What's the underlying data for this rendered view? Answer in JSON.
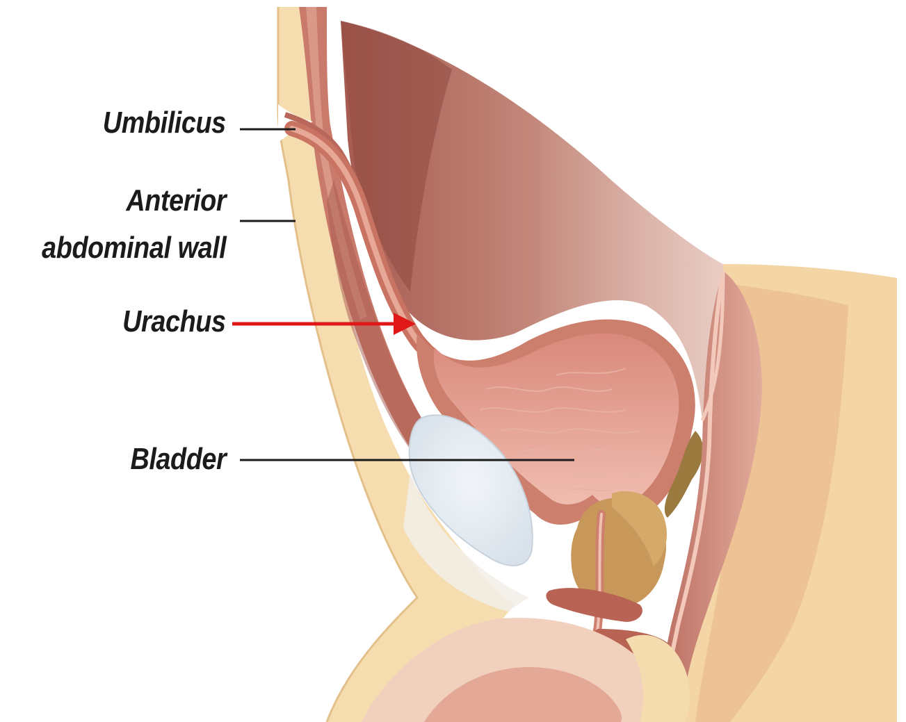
{
  "labels": {
    "umbilicus": "Umbilicus",
    "anterior_wall_line1": "Anterior",
    "anterior_wall_line2": "abdominal wall",
    "urachus": "Urachus",
    "bladder": "Bladder"
  },
  "colors": {
    "background": "#ffffff",
    "skin_fat": "#f5dcae",
    "muscle": "#c67f6f",
    "peritoneal_cavity": "#b86e60",
    "bladder_inner": "#e6a596",
    "bladder_wall": "#cf7d6b",
    "prostate": "#c89b57",
    "pubic_bone": "#e4ebf1",
    "pointer_line": "#1b1b1b",
    "urachus_arrow": "#e01818",
    "text": "#1b1b1b"
  }
}
